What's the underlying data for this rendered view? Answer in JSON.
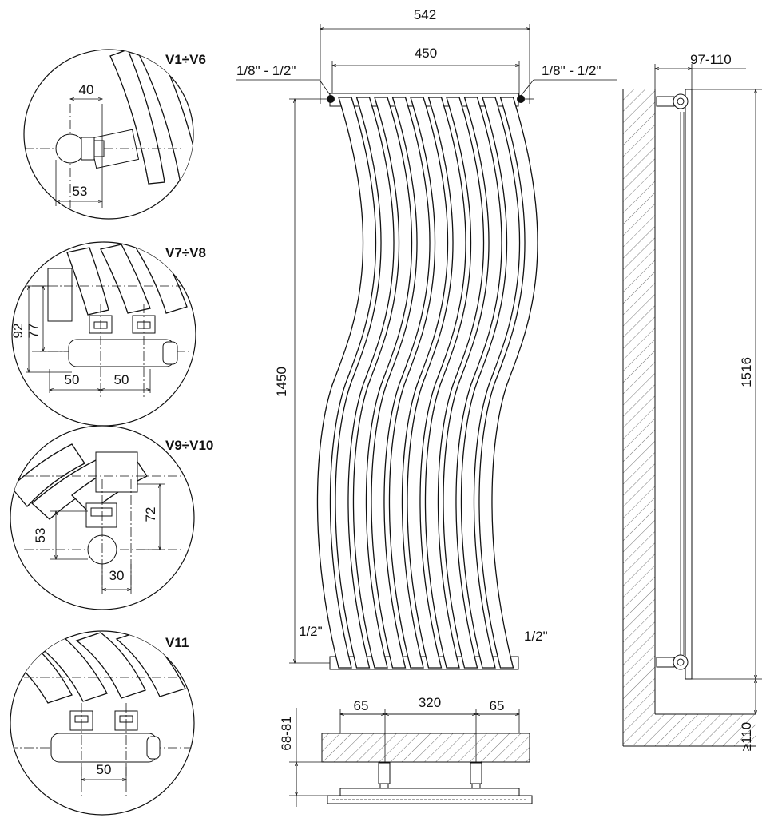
{
  "front_view": {
    "overall_width": "542",
    "axis_width": "450",
    "top_left_connection": "1/8\" - 1/2\"",
    "top_right_connection": "1/8\" - 1/2\"",
    "height": "1450",
    "bottom_left_connection": "1/2\"",
    "bottom_right_connection": "1/2\""
  },
  "side_view": {
    "depth": "97-110",
    "total_height": "1516",
    "floor_clearance": "≥110"
  },
  "bracket_view": {
    "left_offset": "65",
    "center_distance": "320",
    "right_offset": "65",
    "wall_distance": "68-81"
  },
  "details": [
    {
      "title": "V1÷V6",
      "dims": [
        "40",
        "53"
      ]
    },
    {
      "title": "V7÷V8",
      "dims": [
        "92",
        "77",
        "50",
        "50"
      ]
    },
    {
      "title": "V9÷V10",
      "dims": [
        "53",
        "72",
        "30"
      ]
    },
    {
      "title": "V11",
      "dims": [
        "50"
      ]
    }
  ]
}
